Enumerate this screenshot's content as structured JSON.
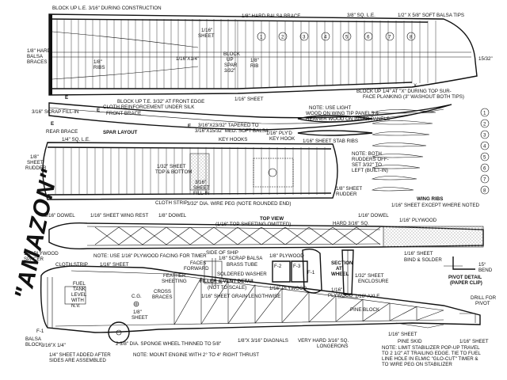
{
  "title": "\"AMAZON\"",
  "wing": {
    "block_up_le": "BLOCK UP L.E. 3/16\" DURING CONSTRUCTION",
    "hard_balsa_brace": "1/8\" HARD BALSA BRACE",
    "sq_le": "3/8\" SQ. L.E.",
    "tips": "1/2\" X 5/8\" SOFT BALSA TIPS",
    "hard_braces": [
      "1/8\" HARD",
      "BALSA",
      "BRACES"
    ],
    "ribs_a": [
      "1/8\"",
      "RIBS"
    ],
    "sheet_116_a": [
      "1/16\"",
      "SHEET"
    ],
    "strip_14": "1/16\"X1/4\"",
    "block_up_spar": [
      "BLOCK",
      "UP",
      "SPAR",
      "3/32\""
    ],
    "ribs_b": [
      "1/8\"",
      "RIB"
    ],
    "rib_numbers": [
      "1",
      "2",
      "3",
      "4",
      "5",
      "6",
      "7",
      "8"
    ],
    "dim_1532": "15/32\"",
    "block_up_te": "BLOCK UP T.E. 3/32\" AT FRONT EDGE",
    "sheet_116_b": "1/16\" SHEET",
    "block_up_x": [
      "BLOCK UP 1/4\" AT \"X\" DURING TOP SUR-",
      "FACE PLANKING (3\" WASHOUT BOTH TIPS)"
    ],
    "x_mark": "X",
    "cloth_reinforcement": "CLOTH REINFORCEMENT UNDER SILK",
    "scrap_fill": "3/16\" SCRAP FILL-IN",
    "front_brace": "FRONT BRACE",
    "rear_brace": "REAR BRACE",
    "spar_layout": "SPAR LAYOUT",
    "spar_taper": [
      "3/16\"X23/32\" TAPERED TO",
      "3/16\"X15/32\" MED. SOFT BALSA"
    ],
    "key_hooks": "KEY HOOKS",
    "ply_key_hook": [
      "1/16\" PLY'D",
      "KEY HOOK"
    ],
    "note_wood": [
      "NOTE: USE LIGHT",
      "WOOD ON WING TIP PANELS &",
      "HEAVIER WOOD ON INNER PANELS"
    ],
    "wing_ribs": "WING RIBS",
    "wing_ribs_note": "1/16\" SHEET EXCEPT WHERE NOTED",
    "edge_marks": [
      "E",
      "E",
      "E",
      "E"
    ]
  },
  "stab": {
    "sq_le": "1/4\" SQ. L.E.",
    "sheet_rudder": [
      "1/8\"",
      "SHEET",
      "RUDDER"
    ],
    "sheet_top_bottom": [
      "1/32\" SHEET",
      "TOP & BOTTOM"
    ],
    "sheet_fill": [
      "3/16\"",
      "SHEET",
      "FILL-IN"
    ],
    "cloth_strip": "CLOTH STRIP",
    "dia_wire_peg": "3/32\" DIA. WIRE PEG (NOTE ROUNDED END)",
    "stab_ribs": "1/16\" SHEET STAB RIBS",
    "note_rudders": [
      "NOTE: BOTH",
      "RUDDERS OFF-",
      "SET 3/32\" TO",
      "LEFT (BUILT-IN)"
    ],
    "sheet_rudder_right": [
      "1/8\" SHEET",
      "RUDDER"
    ]
  },
  "fuselage": {
    "dowel_316": "3/16\" DOWEL",
    "wing_rest": "1/16\" SHEET WING REST",
    "dowel_18": "1/8\" DOWEL",
    "top_view": [
      "TOP VIEW",
      "(1/16\" TOP SHEETING OMITTED)"
    ],
    "dowel_116": "1/16\" DOWEL",
    "hard_sq": "HARD 3/16\" SQ.",
    "plywood_116": "1/16\" PLYWOOD",
    "spacer": [
      "1/8\" PLYWOOD",
      "SPACER"
    ],
    "note_facing": "NOTE: USE 1/16\" PLYWOOD FACING FOR TIMER",
    "cloth_strip": "CLOTH STRIP",
    "sheet_116": "1/16\" SHEET",
    "feather": [
      "FEATHER",
      "SHEETING"
    ],
    "fuel_tank": [
      "FUEL",
      "TANK",
      "LEVEL",
      "WITH",
      "N.V."
    ],
    "cg": "C.G.",
    "cross_braces": [
      "CROSS",
      "BRACES"
    ],
    "sheet_18": [
      "1/8\"",
      "SHEET"
    ],
    "balsa_block": [
      "BALSA",
      "BLOCK"
    ],
    "f1": "F-1",
    "sheet_316x14": "3/16\"X 1/4\"",
    "added_after": [
      "1/4\" SHEET ADDED AFTER",
      "SIDES ARE ASSEMBLED"
    ],
    "sponge_wheel": "2 3/8\" DIA. SPONGE WHEEL THINNED TO 5/8\"",
    "diagonals": "1/8\"X 3/16\" DIAGNALS",
    "longerons": [
      "VERY HARD 3/16\" SQ.",
      "LONGERONS"
    ],
    "sheet_grain": "1/16\" SHEET GRAIN LENGTHWISE",
    "note_engine": "NOTE: MOUNT ENGINE WITH 2° TO 4° RIGHT THRUST",
    "pine_block": "PINE BLOCK",
    "pine_skid": "PINE SKID",
    "sheet_116_tail": "1/16\" SHEET",
    "sheet_116_tail2": "1/16\" SHEET",
    "note_stab": [
      "NOTE: LIMIT STABILIZER POP-UP TRAVEL",
      "TO 2 1/2\" AT TRAILING EDGE. TIE TO FUEL",
      "LINE HOLE IN ELMIC \"GLO-CUT\" TIMER &",
      "TO WIRE PEG ON STABILIZER"
    ],
    "drill_pivot": [
      "DRILL FOR",
      "PIVOT"
    ]
  },
  "details": {
    "side_of_ship": "SIDE OF SHIP",
    "scrap_balsa": "1/8\" SCRAP BALSA",
    "brass_tube": "BRASS TUBE",
    "faces_forward": [
      "FACES",
      "FORWARD"
    ],
    "soldered_washer": "SOLDERED WASHER",
    "filler_vent": "FILLER & VENT DETAIL",
    "not_to_scale": "(NOT TO SCALE)",
    "plywood_18": "1/8\" PLYWOOD",
    "f2": "F-2",
    "f3": "F-3",
    "f1": "F-1",
    "plywood_116": "1/16\" PLYWOOD",
    "section_wheel": [
      "SECTION",
      "AT",
      "WHEEL"
    ],
    "enclosure": [
      "1/32\" SHEET",
      "ENCLOSURE"
    ],
    "ply_116": [
      "1/16\"",
      "PLYWOOD"
    ],
    "axle": "1/16\" AXLE",
    "bind_solder": "BIND & SOLDER",
    "sheet_116": "1/16\" SHEET",
    "bend_15": [
      "15°",
      "BEND"
    ],
    "pivot_detail": [
      "PIVOT DETAIL",
      "(PAPER CLIP)"
    ]
  }
}
